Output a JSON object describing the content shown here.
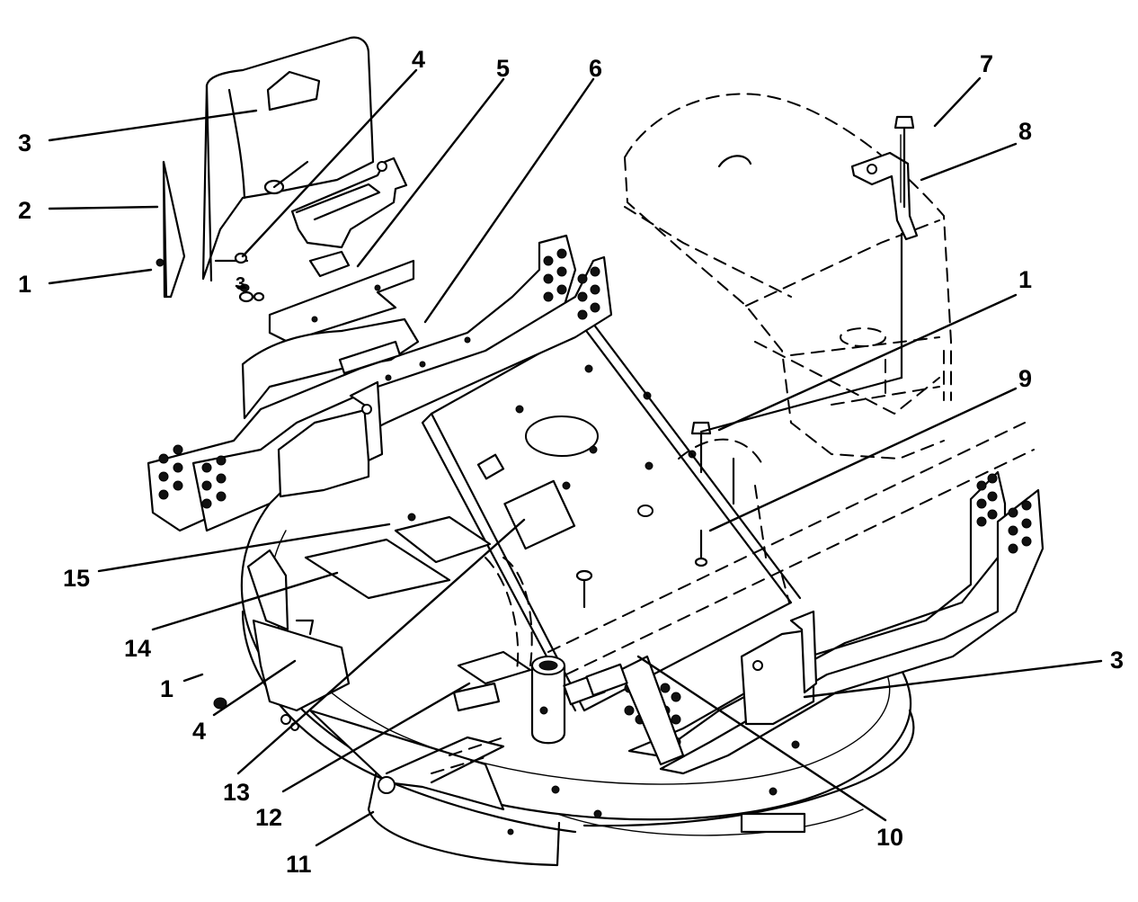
{
  "callouts": [
    {
      "label": "3"
    },
    {
      "label": "4"
    },
    {
      "label": "5"
    },
    {
      "label": "6"
    },
    {
      "label": "7"
    },
    {
      "label": "8"
    },
    {
      "label": "2"
    },
    {
      "label": "1"
    },
    {
      "label": "1"
    },
    {
      "label": "9"
    },
    {
      "label": "15"
    },
    {
      "label": "14"
    },
    {
      "label": "1"
    },
    {
      "label": "4"
    },
    {
      "label": "13"
    },
    {
      "label": "12"
    },
    {
      "label": "11"
    },
    {
      "label": "10"
    },
    {
      "label": "3"
    },
    {
      "label": "3"
    }
  ]
}
